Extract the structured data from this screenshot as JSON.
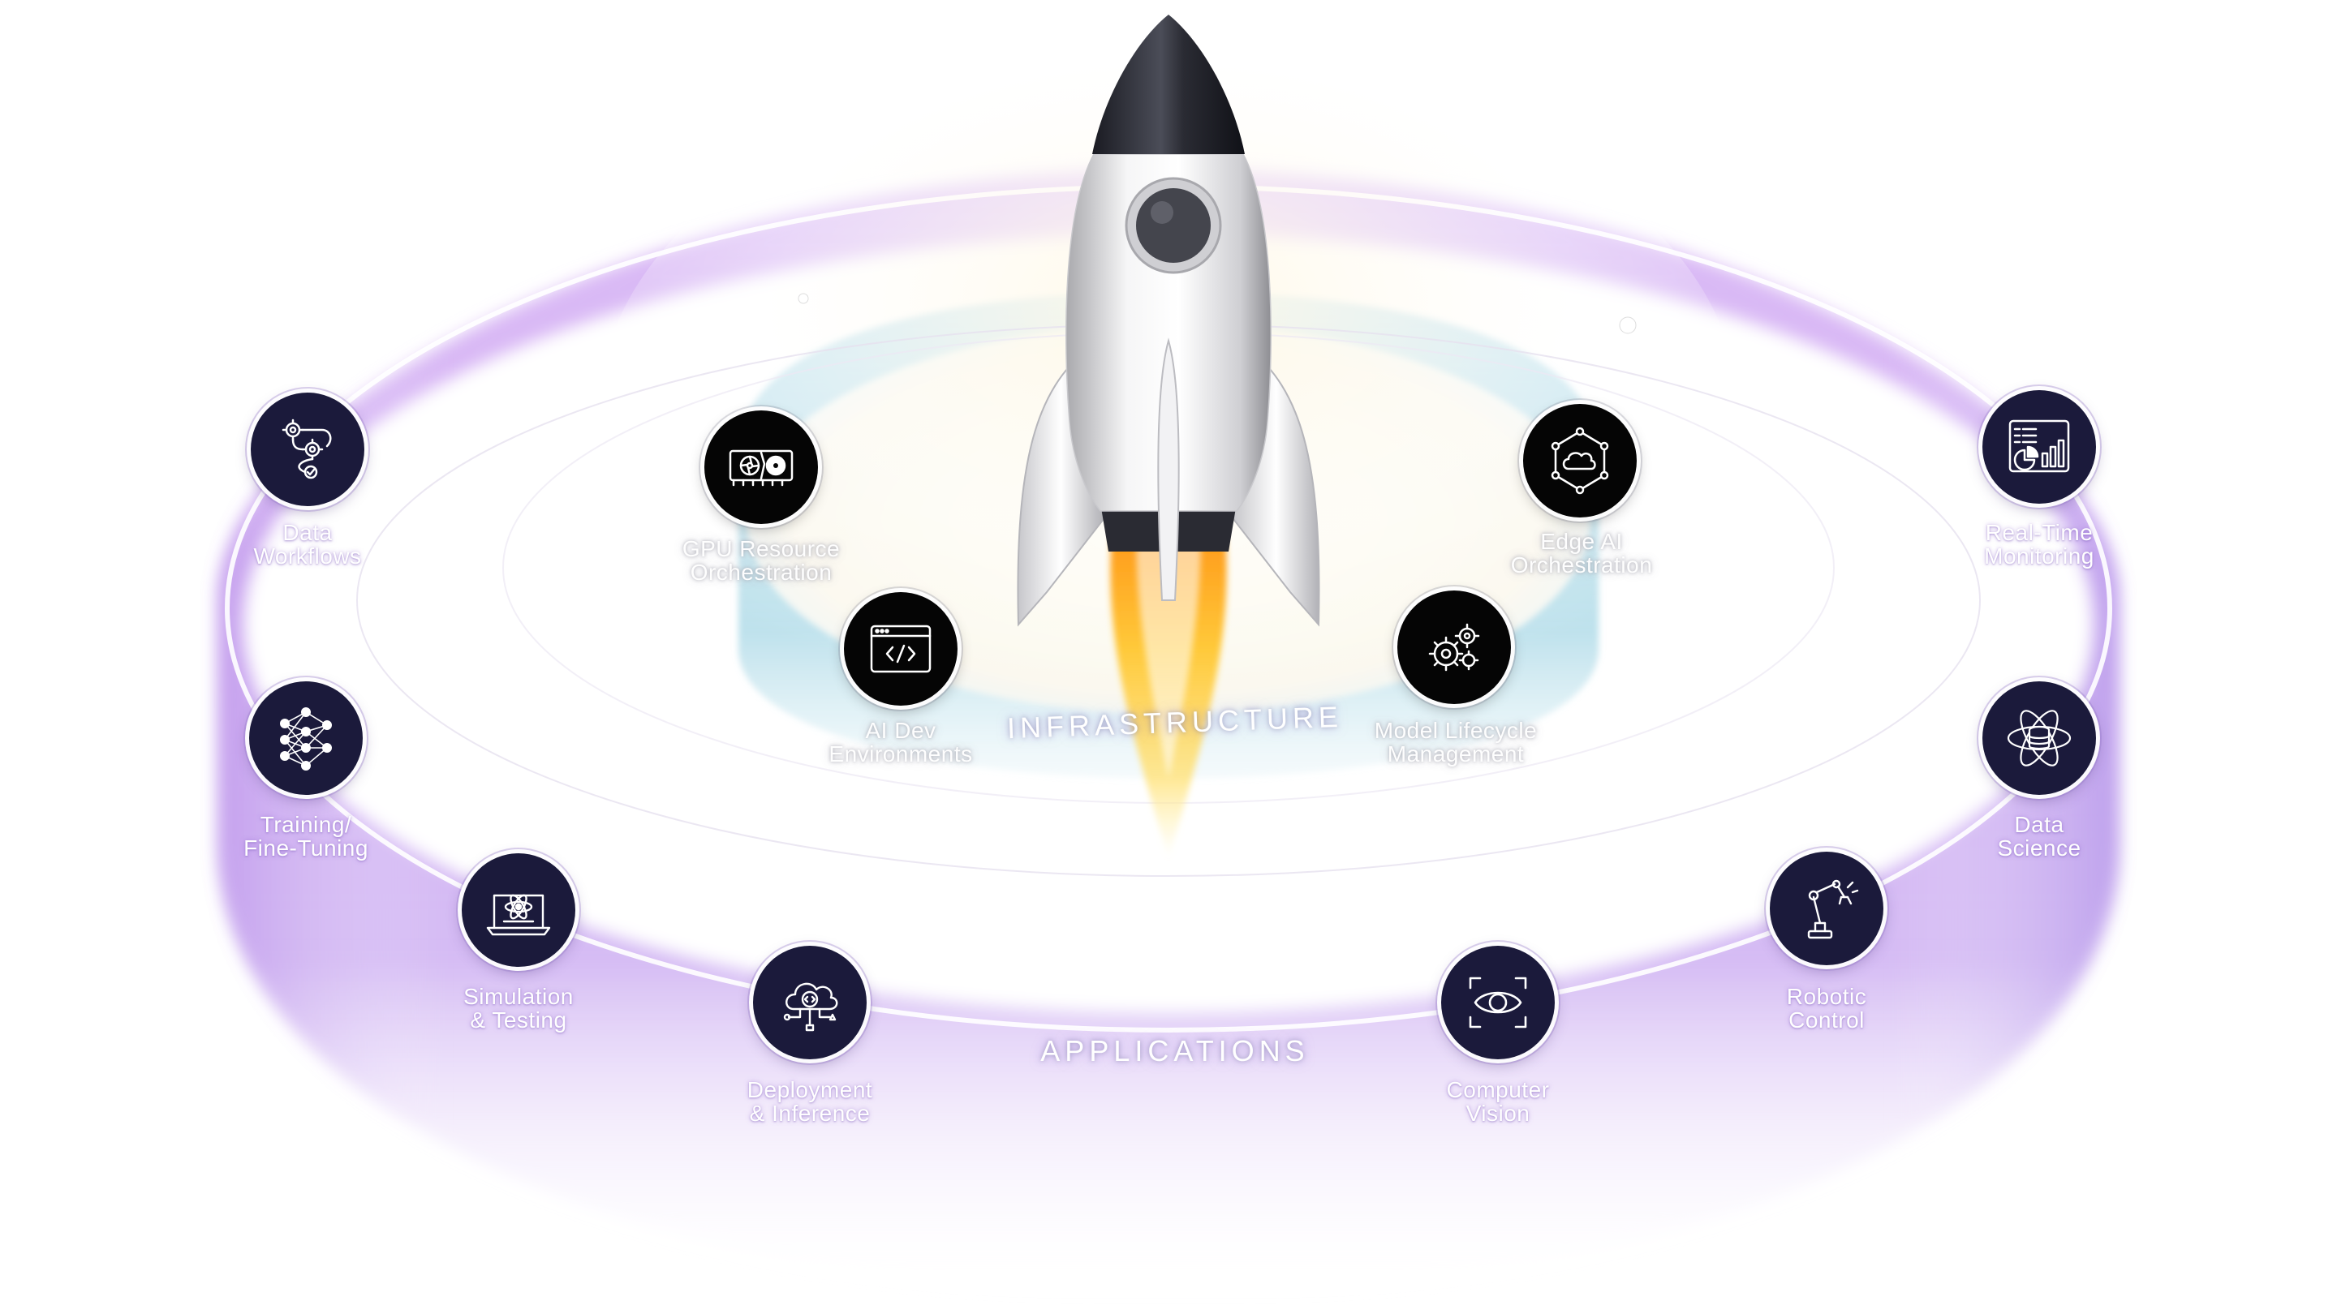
{
  "colors": {
    "applications_ring": "#c7a5f0",
    "infrastructure_ring": "#a9d8e6",
    "node_dark": "#1b1a3b",
    "node_black": "#050505",
    "label_text": "#ffffff"
  },
  "rings": {
    "infrastructure": "INFRASTRUCTURE",
    "applications": "APPLICATIONS"
  },
  "infrastructure_nodes": [
    {
      "label": "GPU Resource\nOrchestration",
      "icon": "gpu-card-icon"
    },
    {
      "label": "Edge AI\nOrchestration",
      "icon": "cloud-network-icon"
    },
    {
      "label": "AI Dev\nEnvironments",
      "icon": "code-window-icon"
    },
    {
      "label": "Model Lifecycle\nManagement",
      "icon": "gears-icon"
    }
  ],
  "application_nodes": [
    {
      "label": "Data\nWorkflows",
      "icon": "workflow-gears-icon"
    },
    {
      "label": "Real-Time\nMonitoring",
      "icon": "dashboard-chart-icon"
    },
    {
      "label": "Training/\nFine-Tuning",
      "icon": "neural-network-icon"
    },
    {
      "label": "Data\nScience",
      "icon": "database-atom-icon"
    },
    {
      "label": "Simulation\n& Testing",
      "icon": "laptop-atom-icon"
    },
    {
      "label": "Robotic\nControl",
      "icon": "robot-arm-icon"
    },
    {
      "label": "Deployment\n& Inference",
      "icon": "cloud-code-icon"
    },
    {
      "label": "Computer\nVision",
      "icon": "eye-scan-icon"
    }
  ]
}
